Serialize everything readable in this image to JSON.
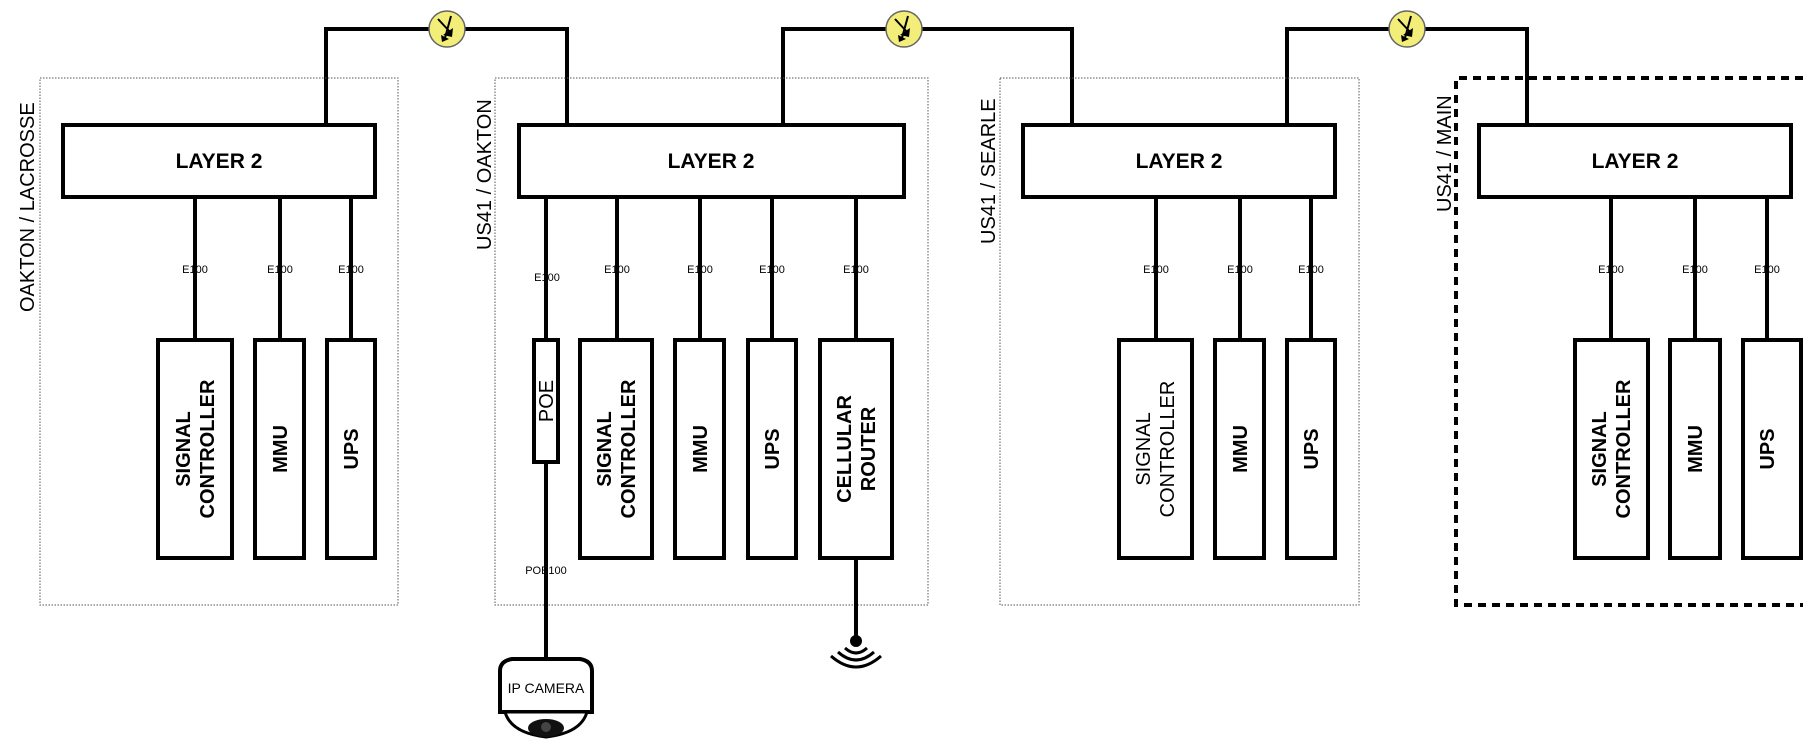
{
  "sites": [
    {
      "name": "OAKTON / LACROSSE",
      "switch_label": "LAYER 2",
      "links": [
        "E100",
        "E100",
        "E100"
      ],
      "devices": [
        [
          "SIGNAL",
          "CONTROLLER"
        ],
        [
          "MMU"
        ],
        [
          "UPS"
        ]
      ]
    },
    {
      "name": "US41 / OAKTON",
      "switch_label": "LAYER 2",
      "links": [
        "E100",
        "E100",
        "E100",
        "E100",
        "E100"
      ],
      "poe_label": "POE",
      "poe_link": "POE100",
      "devices": [
        [
          "SIGNAL",
          "CONTROLLER"
        ],
        [
          "MMU"
        ],
        [
          "UPS"
        ],
        [
          "CELLULAR",
          "ROUTER"
        ]
      ],
      "camera_label": "IP CAMERA"
    },
    {
      "name": "US41 / SEARLE",
      "switch_label": "LAYER 2",
      "links": [
        "E100",
        "E100",
        "E100"
      ],
      "devices": [
        [
          "SIGNAL",
          "CONTROLLER"
        ],
        [
          "MMU"
        ],
        [
          "UPS"
        ]
      ]
    },
    {
      "name": "US41 / MAIN",
      "switch_label": "LAYER 2",
      "links": [
        "E100",
        "E100",
        "E100"
      ],
      "devices": [
        [
          "SIGNAL",
          "CONTROLLER"
        ],
        [
          "MMU"
        ],
        [
          "UPS"
        ]
      ]
    }
  ],
  "icons": {
    "fiber_link": "fiber-link-icon",
    "wireless": "wireless-antenna-icon",
    "camera": "ip-camera-icon"
  },
  "colors": {
    "fiber_icon_fill": "#f3ee7a",
    "line": "#000000"
  }
}
